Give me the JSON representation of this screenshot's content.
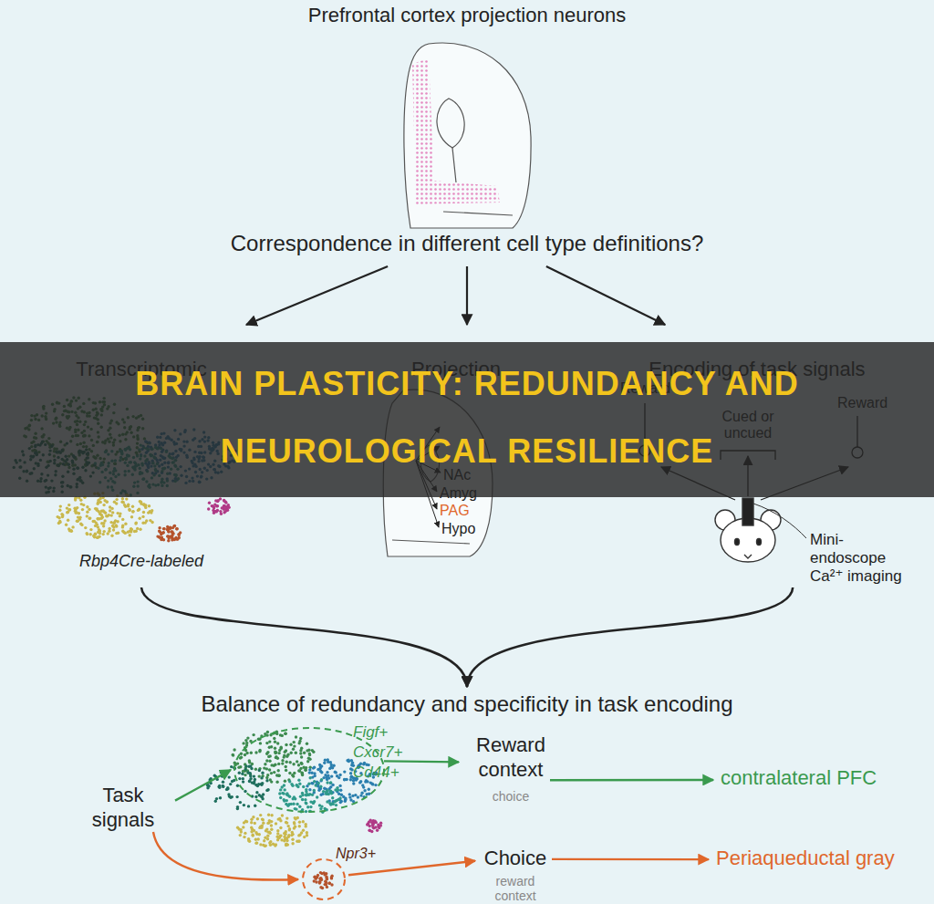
{
  "diagram": {
    "title": "BRAIN PLASTICITY: REDUNDANCY AND NEUROLOGICAL RESILIENCE",
    "nodes": [
      {
        "text": [
          "Prefrontal cortex projection neurons"
        ]
      },
      {
        "text": [
          "Correspondence in different cell type definitions?"
        ]
      },
      {
        "text": [
          "Transcriptomic",
          "Rbp4Cre-labeled"
        ]
      },
      {
        "text": [
          "Projection"
        ]
      },
      {
        "text": [
          "Encoding of task signals"
        ]
      },
      {
        "text": [
          "Balance of redundancy and specificity in task encoding"
        ]
      },
      {
        "text": [
          "Task signals"
        ]
      },
      {
        "text": [
          "Figf+ Cxcr7+ Cd44+"
        ]
      },
      {
        "text": [
          "Npr3+"
        ]
      },
      {
        "text": [
          "Reward context",
          "choice"
        ]
      },
      {
        "text": [
          "Choice",
          "reward context"
        ]
      },
      {
        "text": [
          "contralateral PFC"
        ]
      },
      {
        "text": [
          "Periaqueductal gray"
        ]
      }
    ],
    "edges": [
      {
        "from": 1,
        "to": 2,
        "arrow": "to"
      },
      {
        "from": 1,
        "to": 3,
        "arrow": "to"
      },
      {
        "from": 1,
        "to": 4,
        "arrow": "to"
      },
      {
        "from": 2,
        "to": 5,
        "arrow": "to"
      },
      {
        "from": 4,
        "to": 5,
        "arrow": "to"
      },
      {
        "from": 6,
        "to": 7,
        "arrow": "to"
      },
      {
        "from": 6,
        "to": 8,
        "arrow": "to"
      },
      {
        "from": 7,
        "to": 9,
        "arrow": "to"
      },
      {
        "from": 9,
        "to": 11,
        "arrow": "to"
      },
      {
        "from": 8,
        "to": 10,
        "arrow": "to"
      },
      {
        "from": 10,
        "to": 12,
        "arrow": "to"
      }
    ],
    "labels": [
      "NAc",
      "Amyg",
      "PAG",
      "Hypo",
      "Reward",
      "Cued or uncued",
      "Reward",
      "Mini-endoscope Ca²⁺ imaging"
    ]
  }
}
